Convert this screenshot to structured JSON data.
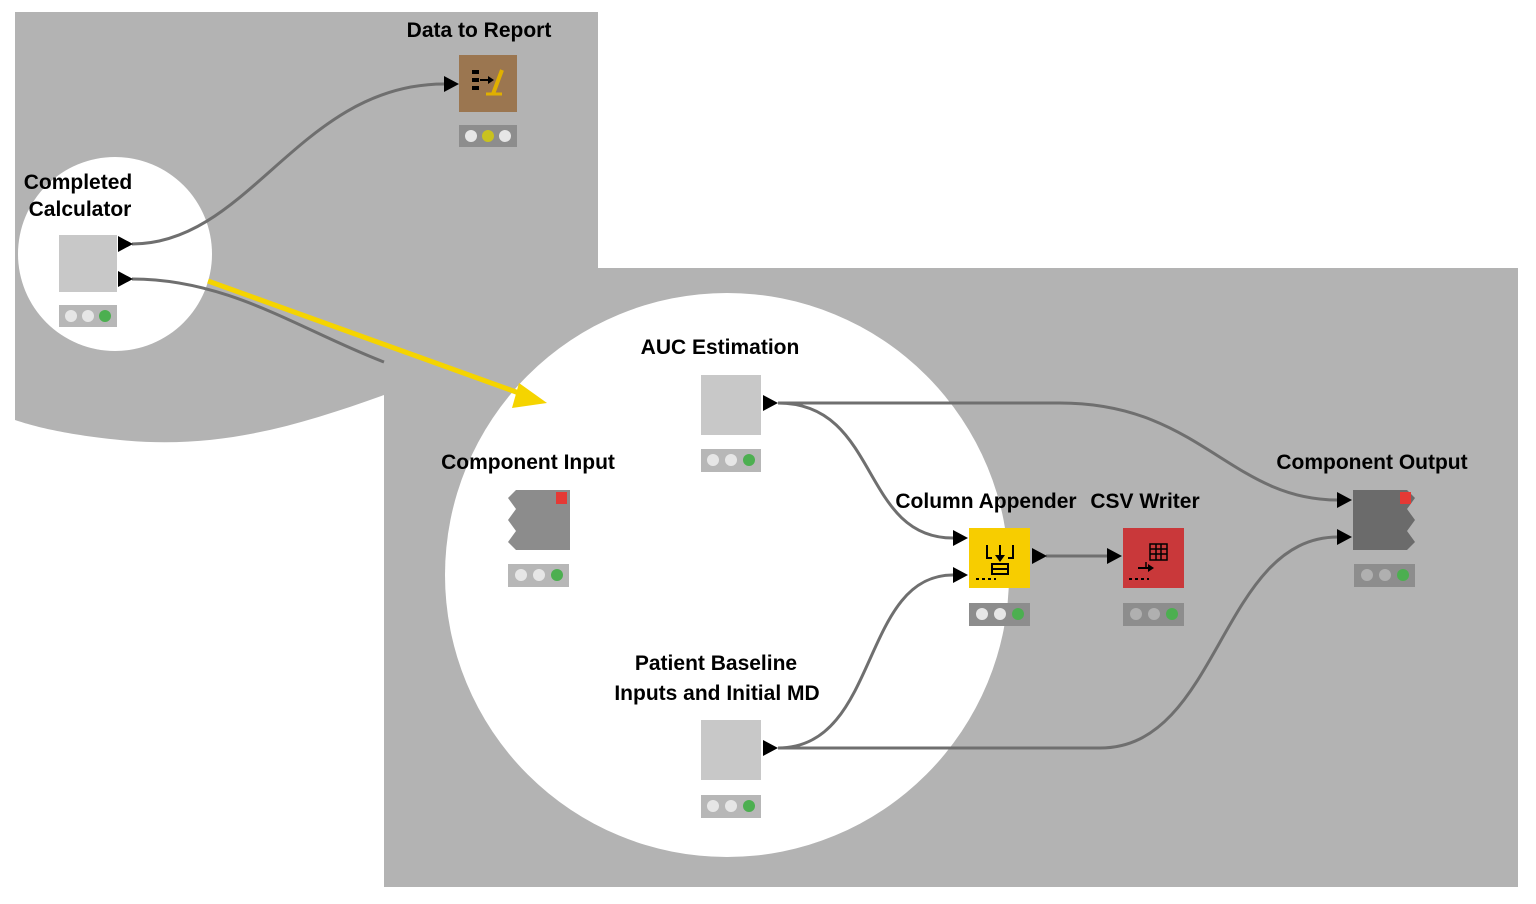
{
  "colors": {
    "canvas": "#b3b3b3",
    "highlight": "#ffffff",
    "arrow": "#f5d400",
    "connection": "#6f6f6f",
    "led_off": "#e6e6e6",
    "led_green": "#4caf50",
    "led_yellow": "#c9c21f",
    "node_grey": "#c8c8c8",
    "node_dark": "#6b6b6b",
    "node_brown": "#9b7650",
    "node_yellow": "#f7cd00",
    "node_red": "#c9383a"
  },
  "nodes": {
    "data_to_report": {
      "label": "Data to Report",
      "icon": "data-to-report-icon",
      "status": "yellow"
    },
    "completed_calculator": {
      "label_line1": "Completed",
      "label_line2": "Calculator",
      "icon": "component-icon",
      "status": "green"
    },
    "auc_estimation": {
      "label": "AUC Estimation",
      "icon": "component-icon",
      "status": "green"
    },
    "component_input": {
      "label": "Component Input",
      "icon": "component-input-icon",
      "status": "green"
    },
    "column_appender": {
      "label": "Column Appender",
      "icon": "column-appender-icon",
      "status": "green"
    },
    "csv_writer": {
      "label": "CSV Writer",
      "icon": "csv-writer-icon",
      "status": "green"
    },
    "component_output": {
      "label": "Component Output",
      "icon": "component-output-icon",
      "status": "green"
    },
    "patient_baseline": {
      "label_line1": "Patient Baseline",
      "label_line2": "Inputs and Initial MD",
      "icon": "component-icon",
      "status": "green"
    }
  }
}
